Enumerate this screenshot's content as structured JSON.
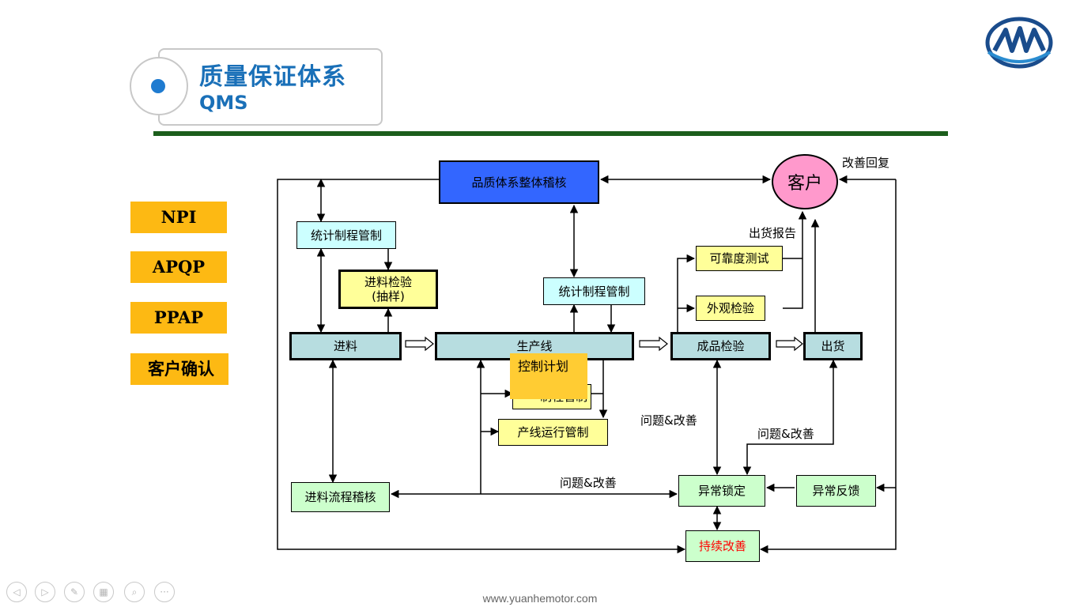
{
  "header": {
    "title_cn": "质量保证体系",
    "title_en": "QMS"
  },
  "tags": [
    "NPI",
    "APQP",
    "PPAP",
    "客户确认"
  ],
  "diagram": {
    "audit": "品质体系整体稽核",
    "customer": "客户",
    "improve_reply": "改善回复",
    "ship_report": "出货报告",
    "spc_left": "统计制程管制",
    "iqc_line1": "进料检验",
    "iqc_line2": "(抽样)",
    "spc_mid": "统计制程管制",
    "reliability": "可靠度测试",
    "appearance": "外观检验",
    "incoming": "进料",
    "production": "生产线",
    "final_insp": "成品检验",
    "shipping": "出货",
    "control_plan": "控制计划",
    "hidden_box": "制程管制",
    "line_control": "产线运行管制",
    "issue_1": "问题&改善",
    "issue_2": "问题&改善",
    "issue_3": "问题&改善",
    "incoming_audit": "进料流程稽核",
    "abnormal_lock": "异常锁定",
    "abnormal_feedback": "异常反馈",
    "continuous": "持续改善"
  },
  "colors": {
    "title": "#1a70b8",
    "rule": "#1c5e1c",
    "tag": "#fdb913",
    "audit": "#3366ff",
    "customer": "#ff99cc",
    "continuous_text": "#ff0000"
  },
  "footer": {
    "url": "www.yuanhemotor.com"
  },
  "controls": [
    "prev-icon",
    "next-icon",
    "pen-icon",
    "slides-icon",
    "zoom-icon",
    "more-icon"
  ]
}
